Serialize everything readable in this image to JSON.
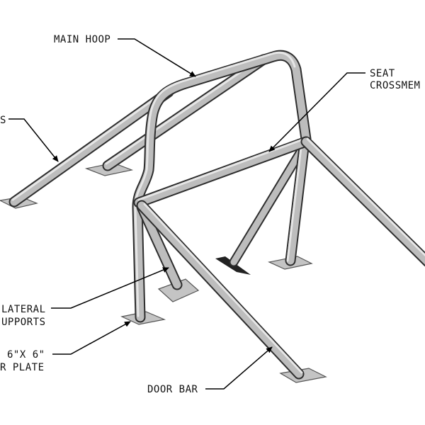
{
  "labels": {
    "main_hoop": "MAIN HOOP",
    "rear_stays": "S",
    "seat_crossmember_line1": "SEAT",
    "seat_crossmember_line2": "CROSSMEM",
    "lateral_supports_line1": "LATERAL",
    "lateral_supports_line2": "UPPORTS",
    "plate_line1": "6\"X 6\"",
    "plate_line2": "R PLATE",
    "door_bar": "DOOR BAR"
  },
  "colors": {
    "tube_fill": "#bdbdbd",
    "tube_outline": "#2e2e2e",
    "plate_fill": "#c4c4c4",
    "line": "#000000"
  }
}
